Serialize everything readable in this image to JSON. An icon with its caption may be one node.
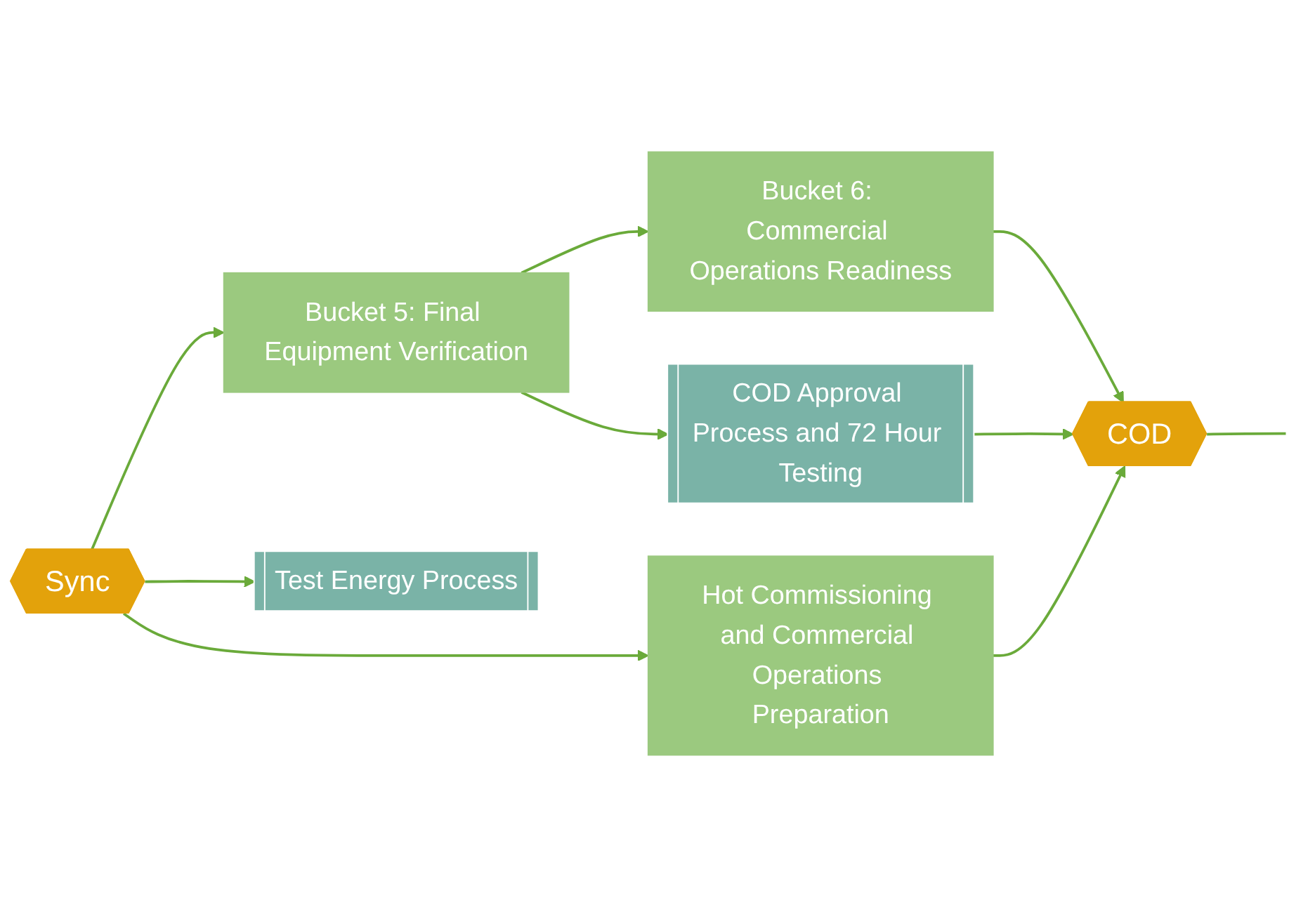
{
  "diagram": {
    "nodes": [
      {
        "text": [
          "Sync"
        ]
      },
      {
        "text": [
          "Bucket 5: Final Equipment Verification"
        ]
      },
      {
        "text": [
          "Bucket 6: Commercial Operations Readiness"
        ]
      },
      {
        "text": [
          "COD"
        ]
      },
      {
        "text": [
          "Test Energy Process"
        ]
      },
      {
        "text": [
          "COD Approval Process and 72 Hour Testing"
        ]
      },
      {
        "text": [
          "Hot Commissioning and Commercial Operations Preparation"
        ]
      }
    ],
    "edges": [
      {
        "from": 0,
        "to": 1,
        "arrow": "to"
      },
      {
        "from": 1,
        "to": 2,
        "arrow": "to"
      },
      {
        "from": 2,
        "to": 3,
        "arrow": "to"
      },
      {
        "from": 0,
        "to": 4,
        "arrow": "to"
      },
      {
        "from": 0,
        "to": 6,
        "arrow": "to"
      },
      {
        "from": 1,
        "to": 5,
        "arrow": "to"
      },
      {
        "from": 5,
        "to": 3,
        "arrow": "to"
      },
      {
        "from": 6,
        "to": 3,
        "arrow": "to"
      },
      {
        "from": 3,
        "to": null,
        "arrow": "none"
      }
    ]
  }
}
